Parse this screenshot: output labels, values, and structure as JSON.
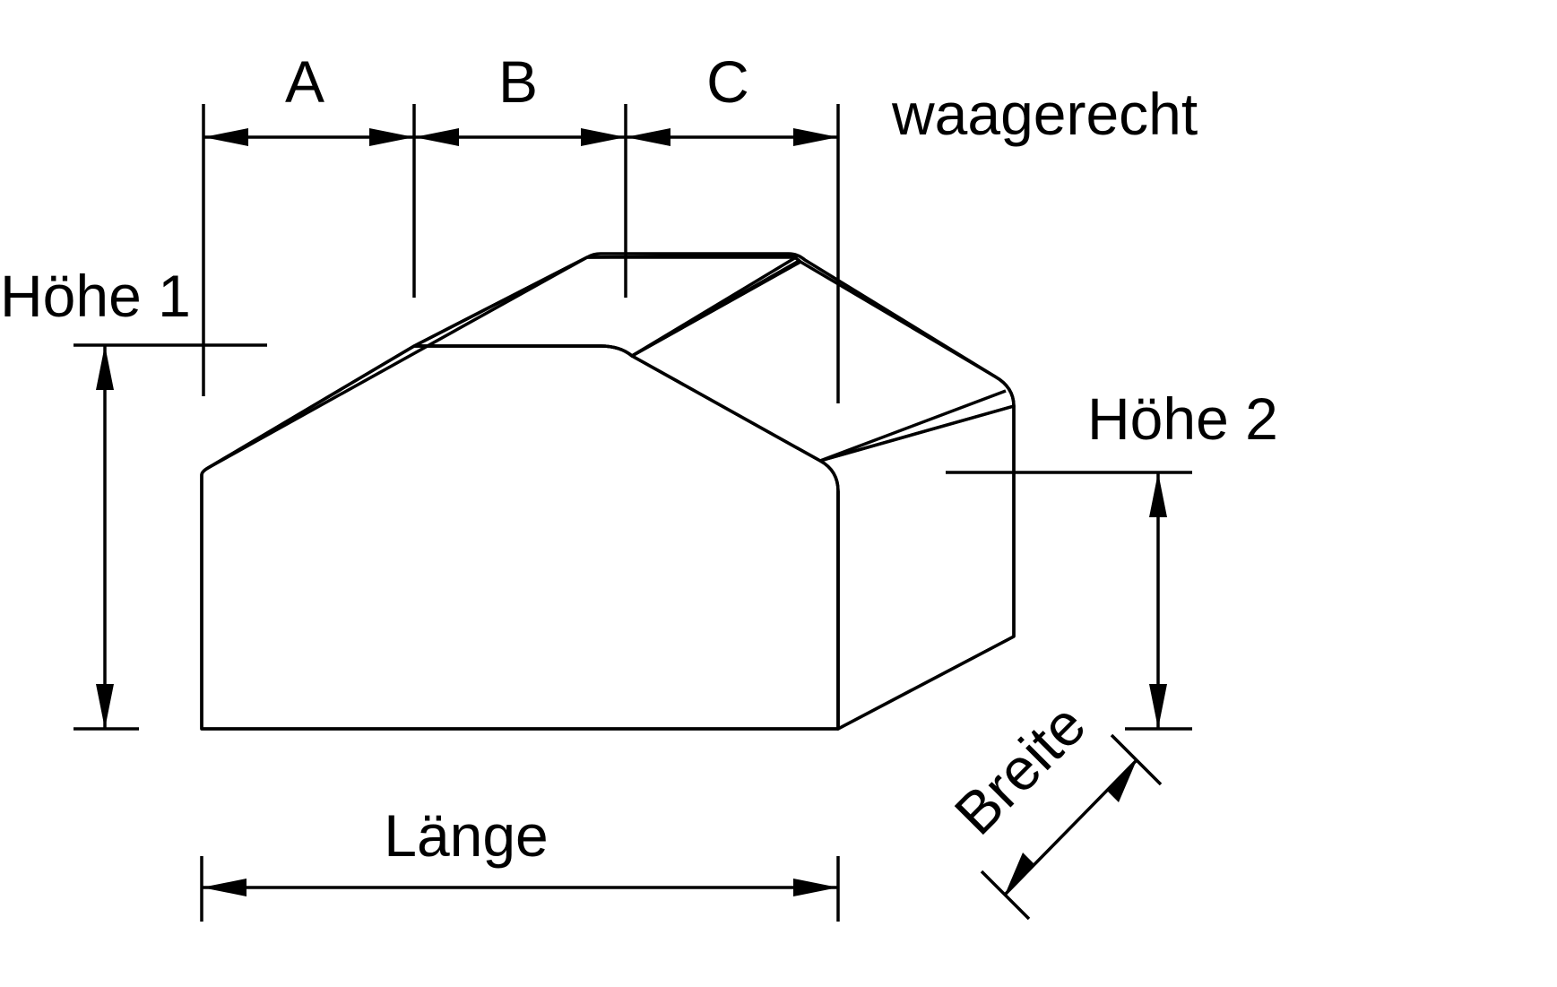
{
  "labels": {
    "a": "A",
    "b": "B",
    "c": "C",
    "waagerecht": "waagerecht",
    "hoehe1": "Höhe 1",
    "hoehe2": "Höhe 2",
    "laenge": "Länge",
    "breite": "Breite"
  },
  "colors": {
    "body_front": "#34393f",
    "body_side": "#3a3f45",
    "roof_left": "#363b41",
    "roof_back": "#3d4248",
    "roof_right": "#3b4046",
    "lines": "#000000",
    "background": "#ffffff"
  }
}
